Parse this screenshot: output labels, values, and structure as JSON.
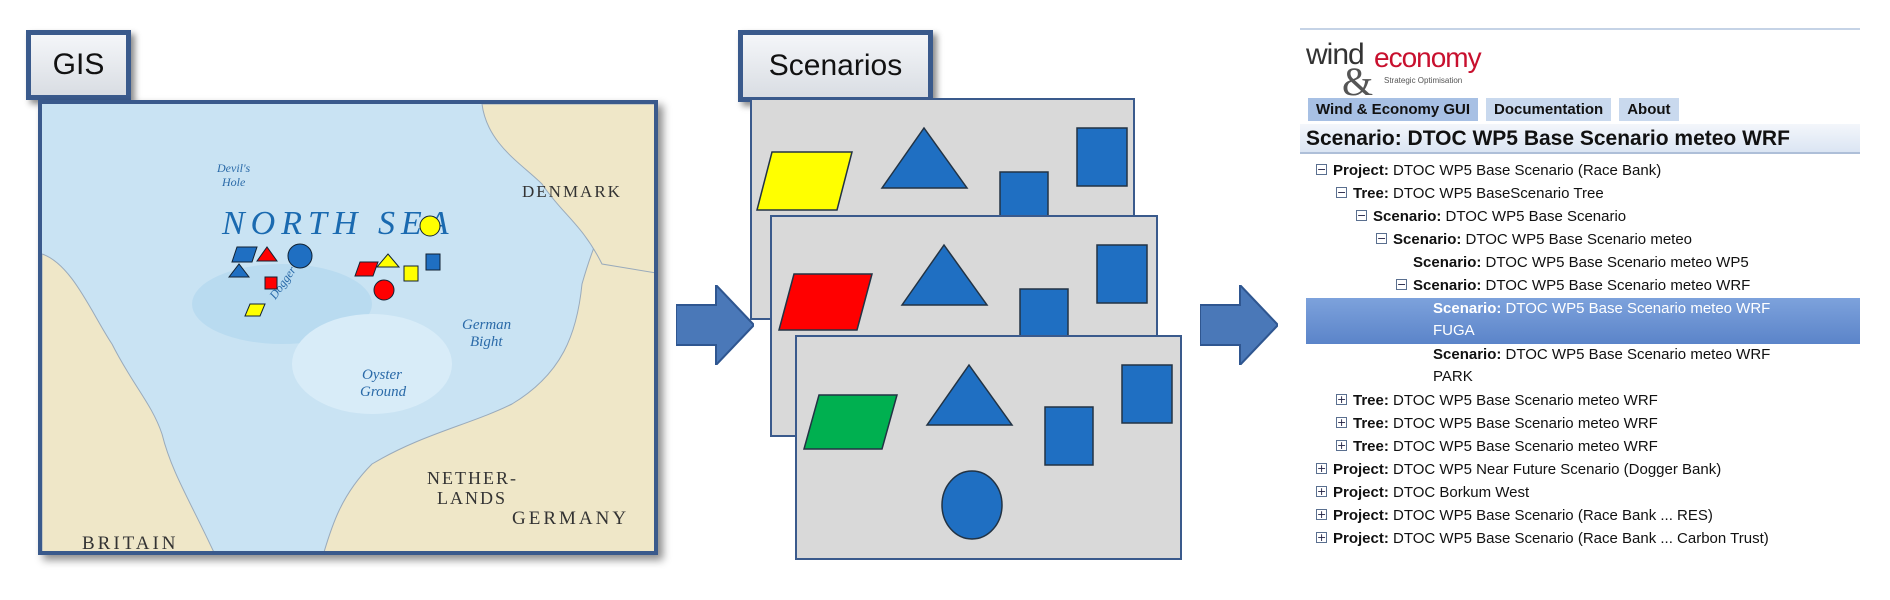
{
  "panels": {
    "gis_label": "GIS",
    "scenarios_label": "Scenarios"
  },
  "map": {
    "labels": {
      "north_sea": "NORTH SEA",
      "denmark": "DENMARK",
      "britain": "BRITAIN",
      "germany": "GERMANY",
      "netherlands_1": "NETHER-",
      "netherlands_2": "LANDS",
      "oyster_1": "Oyster",
      "oyster_2": "Ground",
      "german_1": "German",
      "german_2": "Bight",
      "devils_1": "Devil's",
      "devils_2": "Hole",
      "dogger": "Dogger B."
    }
  },
  "gui": {
    "logo_wind": "wind",
    "logo_amp": "&",
    "logo_economy": "economy",
    "logo_tag": "Strategic Optimisation",
    "nav": [
      "Wind & Economy GUI",
      "Documentation",
      "About"
    ],
    "scenario_title": "Scenario: DTOC WP5 Base Scenario meteo WRF",
    "tree": [
      {
        "kind": "Project:",
        "text": "DTOC WP5 Base Scenario (Race Bank)"
      },
      {
        "kind": "Tree:",
        "text": "DTOC WP5 BaseScenario Tree"
      },
      {
        "kind": "Scenario:",
        "text": "DTOC WP5 Base Scenario"
      },
      {
        "kind": "Scenario:",
        "text": "DTOC WP5 Base Scenario meteo"
      },
      {
        "kind": "Scenario:",
        "text": "DTOC WP5 Base Scenario meteo WP5"
      },
      {
        "kind": "Scenario:",
        "text": "DTOC WP5 Base Scenario meteo WRF"
      },
      {
        "kind": "Scenario:",
        "text": "DTOC WP5 Base Scenario meteo WRF",
        "text2": "FUGA"
      },
      {
        "kind": "Scenario:",
        "text": "DTOC WP5 Base Scenario meteo WRF",
        "text2": "PARK"
      },
      {
        "kind": "Tree:",
        "text": "DTOC WP5 Base Scenario meteo WRF"
      },
      {
        "kind": "Tree:",
        "text": "DTOC WP5 Base Scenario meteo WRF"
      },
      {
        "kind": "Tree:",
        "text": "DTOC WP5 Base Scenario meteo WRF"
      },
      {
        "kind": "Project:",
        "text": "DTOC WP5 Near Future Scenario (Dogger Bank)"
      },
      {
        "kind": "Project:",
        "text": "DTOC Borkum West"
      },
      {
        "kind": "Project:",
        "text": "DTOC WP5 Base Scenario (Race Bank ... RES)"
      },
      {
        "kind": "Project:",
        "text": "DTOC WP5 Base Scenario (Race Bank ... Carbon Trust)"
      }
    ]
  },
  "colors": {
    "shape_blue": "#1f6fc2",
    "shape_yellow": "#ffff00",
    "shape_red": "#ff0000",
    "shape_green": "#00b050",
    "arrow": "#4a78b8",
    "selected_row": "#6a91d2"
  }
}
